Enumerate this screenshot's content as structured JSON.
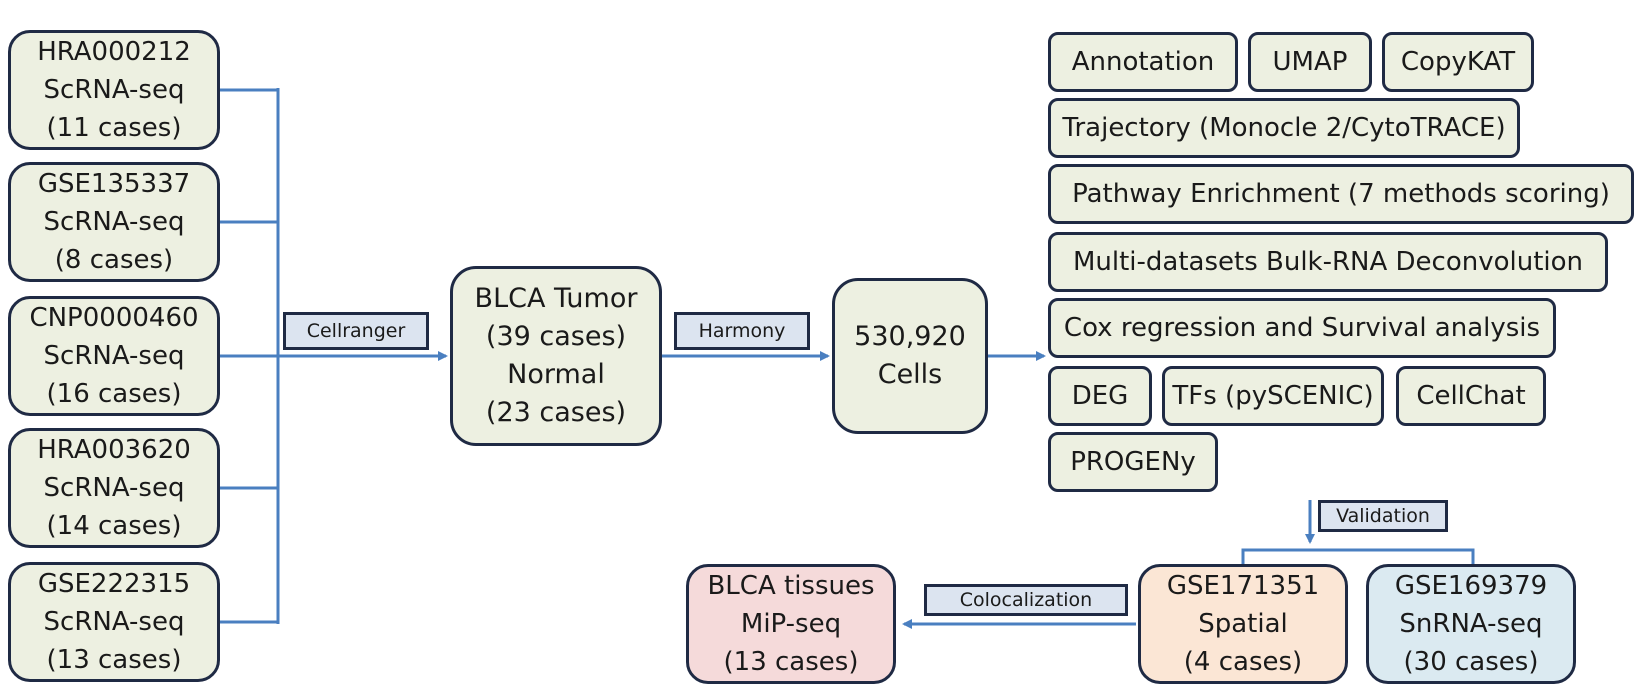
{
  "colors": {
    "connector": "#4a7fc0",
    "box_border": "#1f2a44",
    "green_fill": "#edf0e1",
    "pink_fill": "#f5dada",
    "peach_fill": "#fbe6d5",
    "blue_fill": "#dbeaf1",
    "tag_fill": "#dce4f0"
  },
  "datasets": [
    {
      "id": "HRA000212",
      "type": "ScRNA-seq",
      "cases": "(11 cases)"
    },
    {
      "id": "GSE135337",
      "type": "ScRNA-seq",
      "cases": "(8 cases)"
    },
    {
      "id": "CNP0000460",
      "type": "ScRNA-seq",
      "cases": "(16 cases)"
    },
    {
      "id": "HRA003620",
      "type": "ScRNA-seq",
      "cases": "(14 cases)"
    },
    {
      "id": "GSE222315",
      "type": "ScRNA-seq",
      "cases": "(13 cases)"
    }
  ],
  "labels": {
    "cellranger": "Cellranger",
    "harmony": "Harmony",
    "validation": "Validation",
    "colocalization": "Colocalization"
  },
  "merged": {
    "line1": "BLCA Tumor",
    "line2": "(39 cases)",
    "line3": "Normal",
    "line4": "(23 cases)"
  },
  "cells": {
    "count": "530,920",
    "unit": "Cells"
  },
  "analyses": [
    "Annotation",
    "UMAP",
    "CopyKAT",
    "Trajectory (Monocle 2/CytoTRACE)",
    "Pathway Enrichment (7 methods scoring)",
    "Multi-datasets Bulk-RNA Deconvolution",
    "Cox regression and Survival analysis",
    "DEG",
    "TFs (pySCENIC)",
    "CellChat",
    "PROGENy"
  ],
  "validation_sets": [
    {
      "id": "GSE171351",
      "type": "Spatial",
      "cases": "(4 cases)"
    },
    {
      "id": "GSE169379",
      "type": "SnRNA-seq",
      "cases": "(30 cases)"
    }
  ],
  "mip": {
    "line1": "BLCA tissues",
    "line2": "MiP-seq",
    "line3": "(13 cases)"
  }
}
